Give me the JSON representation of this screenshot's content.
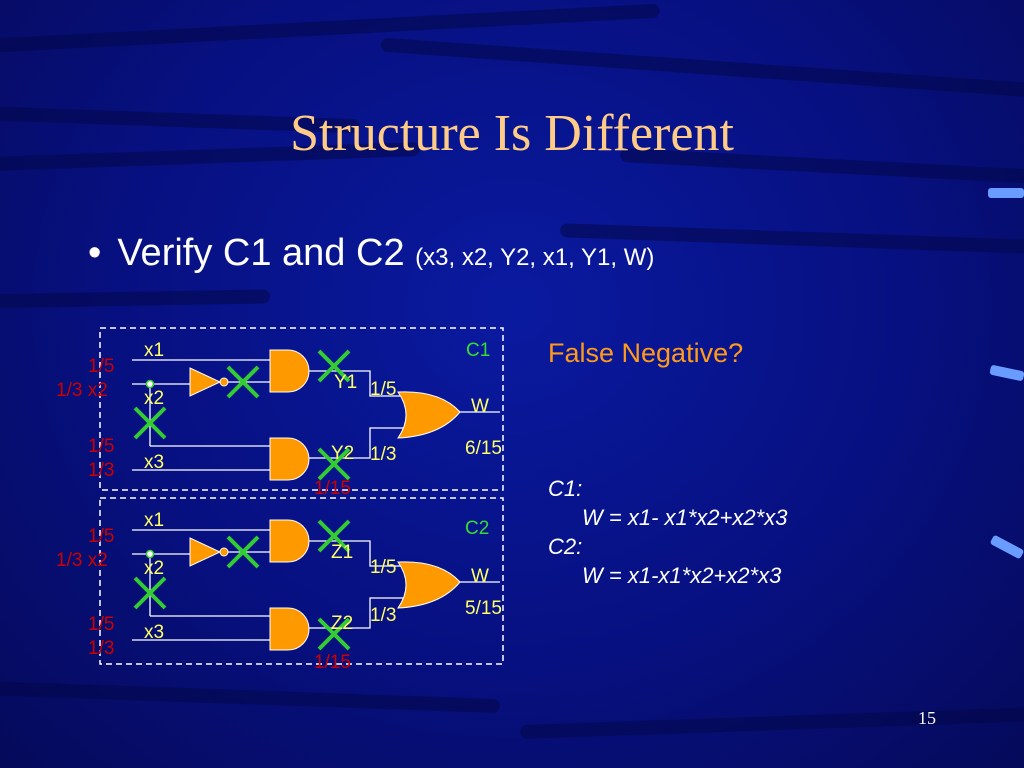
{
  "slide": {
    "title": "Structure Is Different",
    "bullet": {
      "main": "Verify C1 and C2",
      "sub": "(x3, x2, Y2, x1, Y1, W)"
    },
    "question": "False Negative?",
    "equations": [
      {
        "label": "C1:",
        "expr": "W = x1- x1*x2+x2*x3"
      },
      {
        "label": "C2:",
        "expr": "W = x1-x1*x2+x2*x3"
      }
    ],
    "page_number": "15"
  },
  "circuits": {
    "c1": {
      "name": "C1",
      "inputs": {
        "x1": "x1",
        "x2": "x2",
        "x3": "x3"
      },
      "probs": {
        "p_x1": "1/5",
        "p_x2": "1/3",
        "p_x3a": "1/5",
        "p_x3b": "1/3"
      },
      "gate1": "Y1",
      "gate2": "Y2",
      "p_gate1": "1/5",
      "p_gate2": "1/3",
      "p_gate2_out": "1/15",
      "output": "W",
      "p_output": "6/15"
    },
    "c2": {
      "name": "C2",
      "inputs": {
        "x1": "x1",
        "x2": "x2",
        "x3": "x3"
      },
      "probs": {
        "p_x1": "1/5",
        "p_x2": "1/3",
        "p_x3a": "1/5",
        "p_x3b": "1/3"
      },
      "gate1": "Z1",
      "gate2": "Z2",
      "p_gate1": "1/5",
      "p_gate2": "1/3",
      "p_gate2_out": "1/15",
      "output": "W",
      "p_output": "5/15"
    }
  },
  "colors": {
    "gate": "#ff9900",
    "title": "#ffcc88",
    "signal": "#ffff66",
    "prob": "#cc0000",
    "cross": "#33cc33",
    "circuit_label": "#33dd33"
  }
}
